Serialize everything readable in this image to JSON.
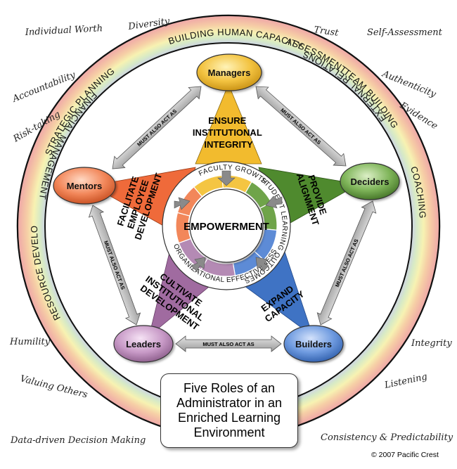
{
  "title": "Five Roles of an Administrator in an Enriched Learning Environment",
  "copyright": "© 2007 Pacific Crest",
  "center": "EMPOWERMENT",
  "link_label": "MUST ALSO ACT AS",
  "outer_ring": {
    "building_human_capacity": "BUILDING HUMAN CAPACITY",
    "assessment": "ASSESSMENT",
    "team_building": "TEAM BUILDING",
    "coaching": "COACHING",
    "external_relations": "EXTERNAL RELATIONS",
    "financial_management": "FINANCIAL MANAGEMENT",
    "resource_development": "RESOURCE DEVELOPMENT",
    "strategic_planning": "STRATEGIC PLANNING"
  },
  "inner_ring": {
    "faculty_growth": "FACULTY GROWTH",
    "student_learning_outcomes": "STUDENT LEARNING OUTCOMES",
    "organizational_effectiveness": "ORGANIZATIONAL EFFECTIVENESS"
  },
  "roles": {
    "managers": "Managers",
    "deciders": "Deciders",
    "builders": "Builders",
    "leaders": "Leaders",
    "mentors": "Mentors"
  },
  "functions": {
    "ensure": [
      "ENSURE",
      "INSTITUTIONAL",
      "INTEGRITY"
    ],
    "provide": [
      "PROVIDE",
      "ALIGNMENT"
    ],
    "expand": [
      "EXPAND",
      "CAPACITY"
    ],
    "cultivate": [
      "CULTIVATE",
      "INSTITUTIONAL",
      "DEVELOPMENT"
    ],
    "facilitate": [
      "FACILITATE",
      "EMPLOYEE",
      "DEVELOPMENT"
    ]
  },
  "values": {
    "individual_worth": "Individual Worth",
    "diversity": "Diversity",
    "trust": "Trust",
    "self_assessment": "Self-Assessment",
    "accountability": "Accountability",
    "authenticity": "Authenticity",
    "risk_taking": "Risk-taking",
    "evidence": "Evidence",
    "humility": "Humility",
    "integrity": "Integrity",
    "valuing_others": "Valuing Others",
    "listening": "Listening",
    "data_driven": "Data-driven Decision Making",
    "consistency": "Consistency & Predictability"
  },
  "colors": {
    "managers": "#f2c33a",
    "deciders": "#4f8a2e",
    "builders": "#3f73c4",
    "leaders": "#b47fb2",
    "mentors": "#ef6a3a"
  }
}
